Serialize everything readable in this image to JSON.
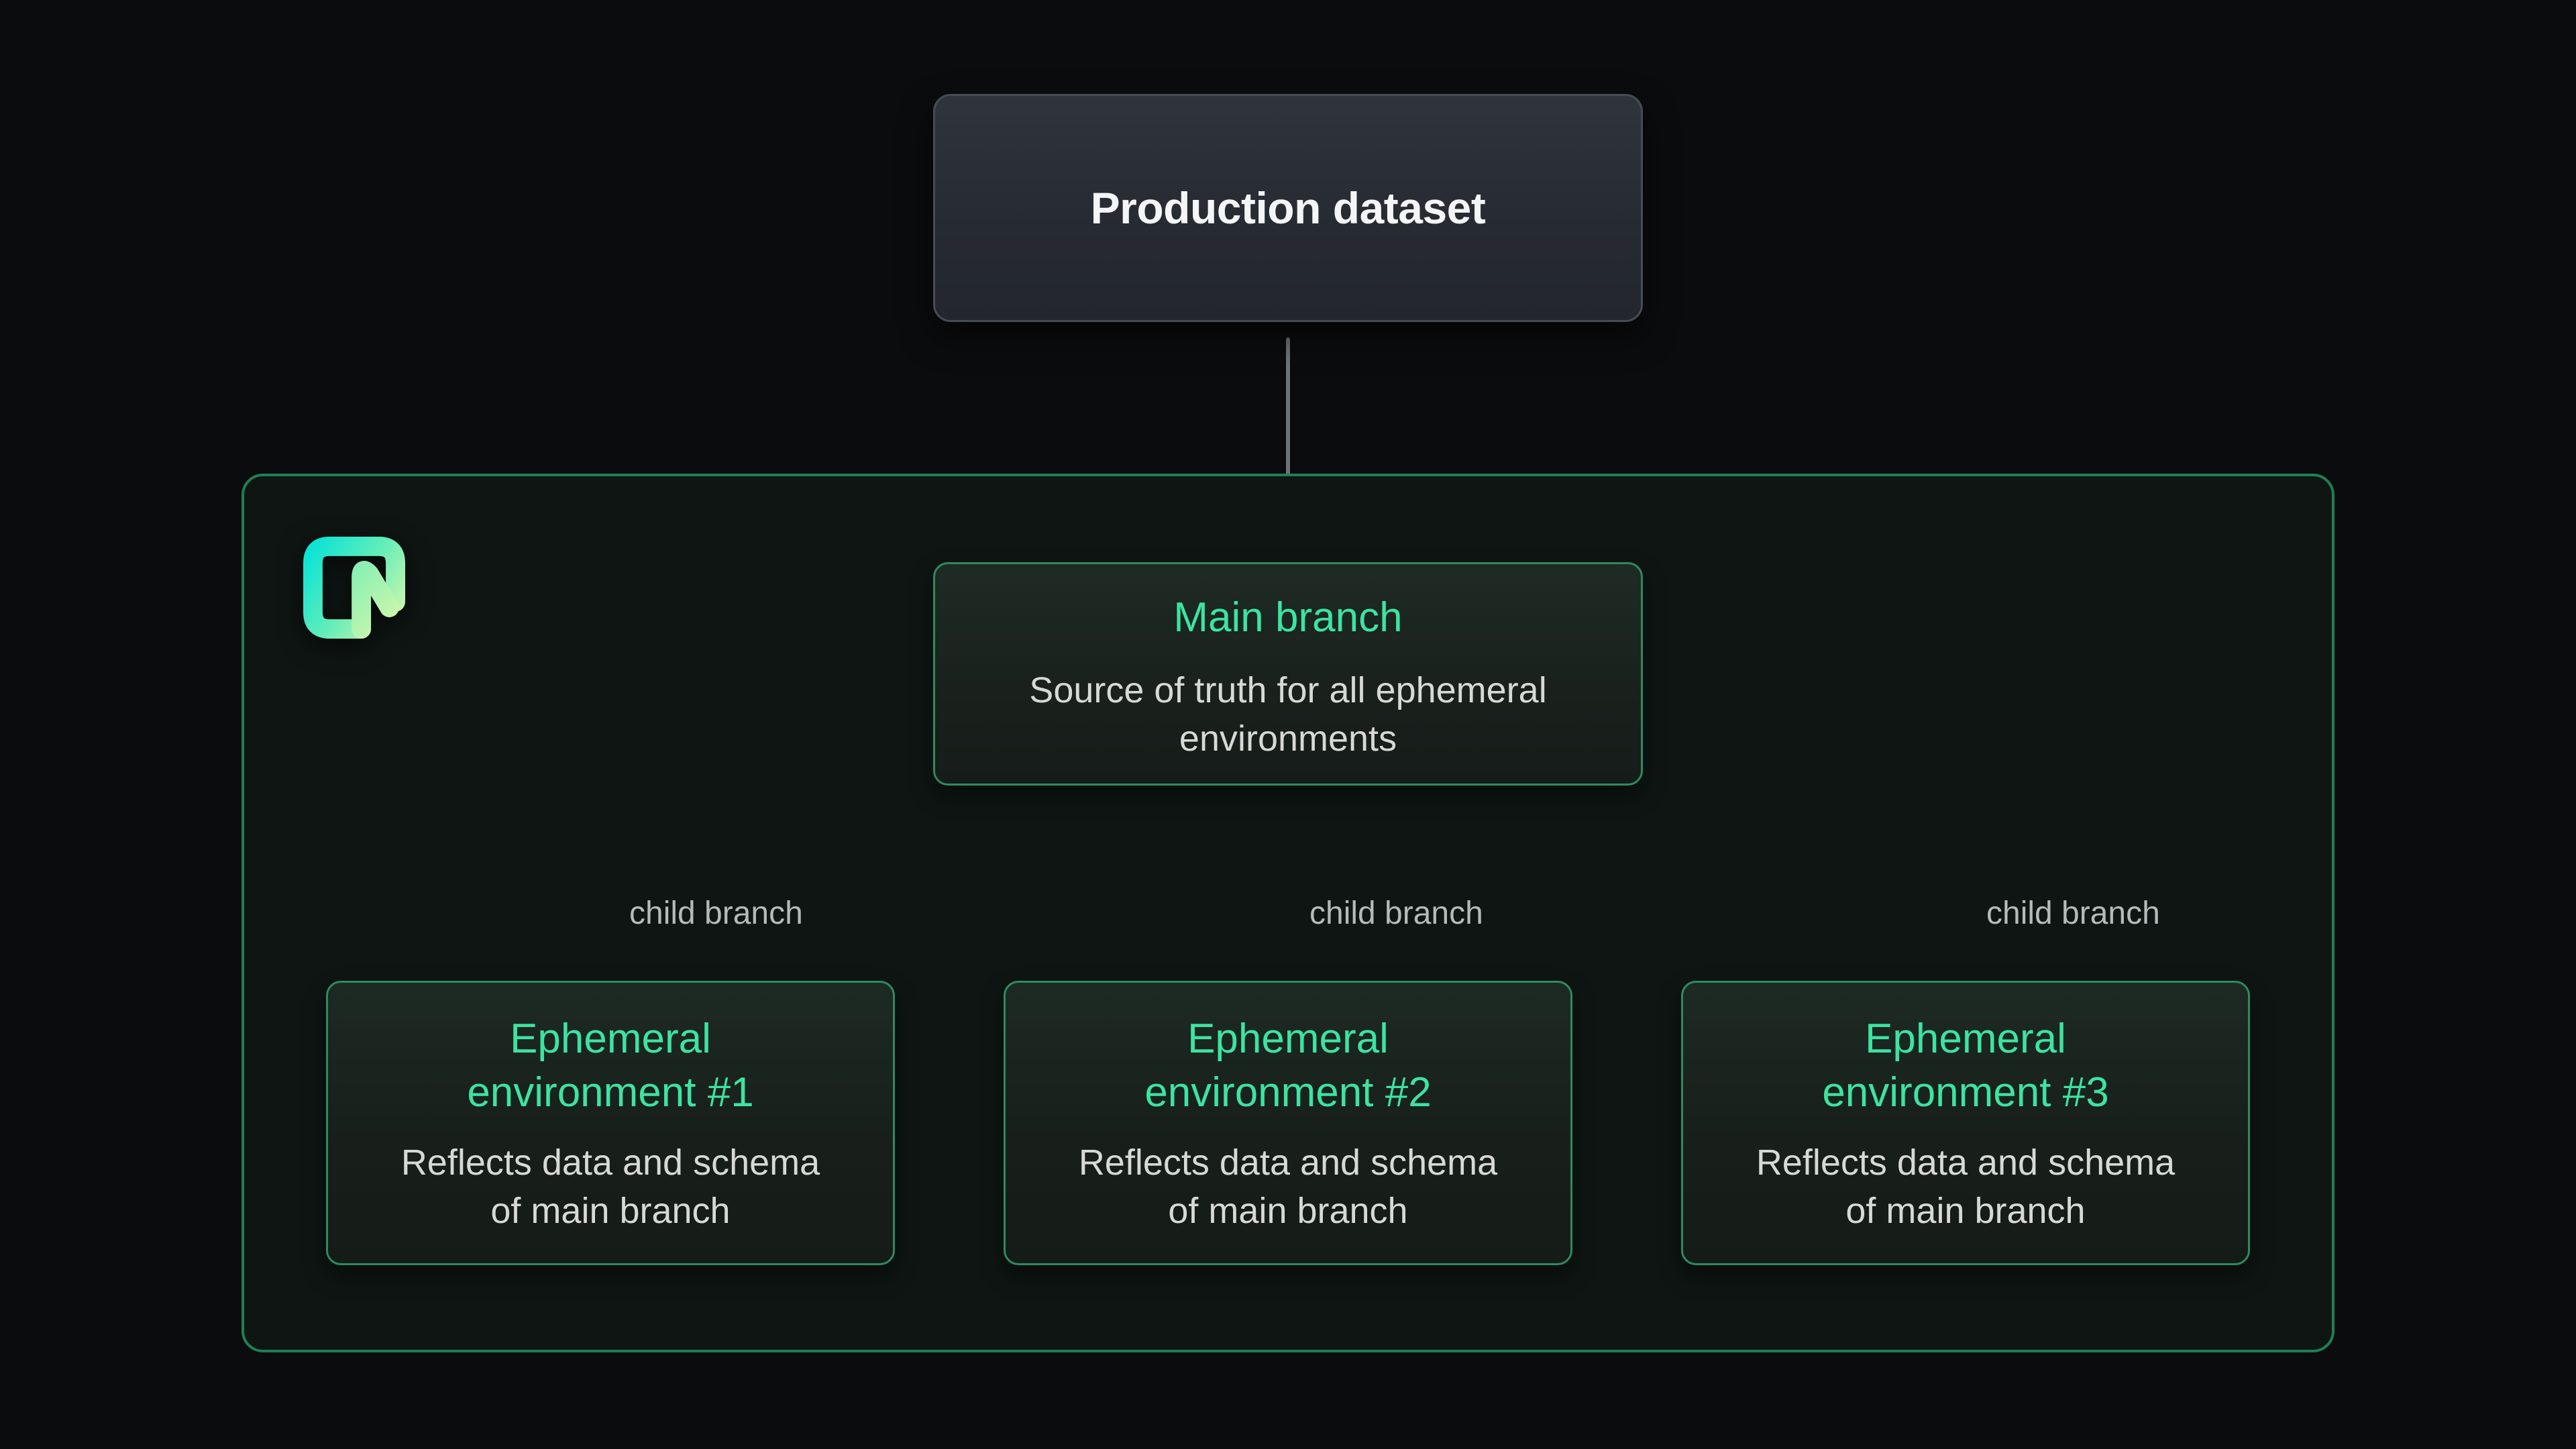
{
  "colors": {
    "page_background": "#0b0c0d",
    "container_border_green": "#1f7e55",
    "node_border_green": "#2f8a60",
    "accent_green_text": "#3de3a1",
    "subtitle_gray": "#d6d9d7",
    "label_gray": "#b5baba",
    "connector_gray": "#6e7377",
    "production_box_bg": "#262a31",
    "production_box_border": "#464c55",
    "production_title_white": "#f3f5f6",
    "logo_gradient_start": "#0fe4d4",
    "logo_gradient_end": "#cdf6ad"
  },
  "icons": {
    "logo": "neon-logo-icon"
  },
  "production": {
    "title": "Production dataset"
  },
  "main_branch": {
    "title": "Main branch",
    "subtitle": "Source of truth for all ephemeral environments"
  },
  "connectors": {
    "labels": [
      "child branch",
      "child branch",
      "child branch"
    ]
  },
  "environments": [
    {
      "title": "Ephemeral environment #1",
      "subtitle": "Reflects data and schema of main branch"
    },
    {
      "title": "Ephemeral environment #2",
      "subtitle": "Reflects data and schema of main branch"
    },
    {
      "title": "Ephemeral environment #3",
      "subtitle": "Reflects data and schema of main branch"
    }
  ]
}
